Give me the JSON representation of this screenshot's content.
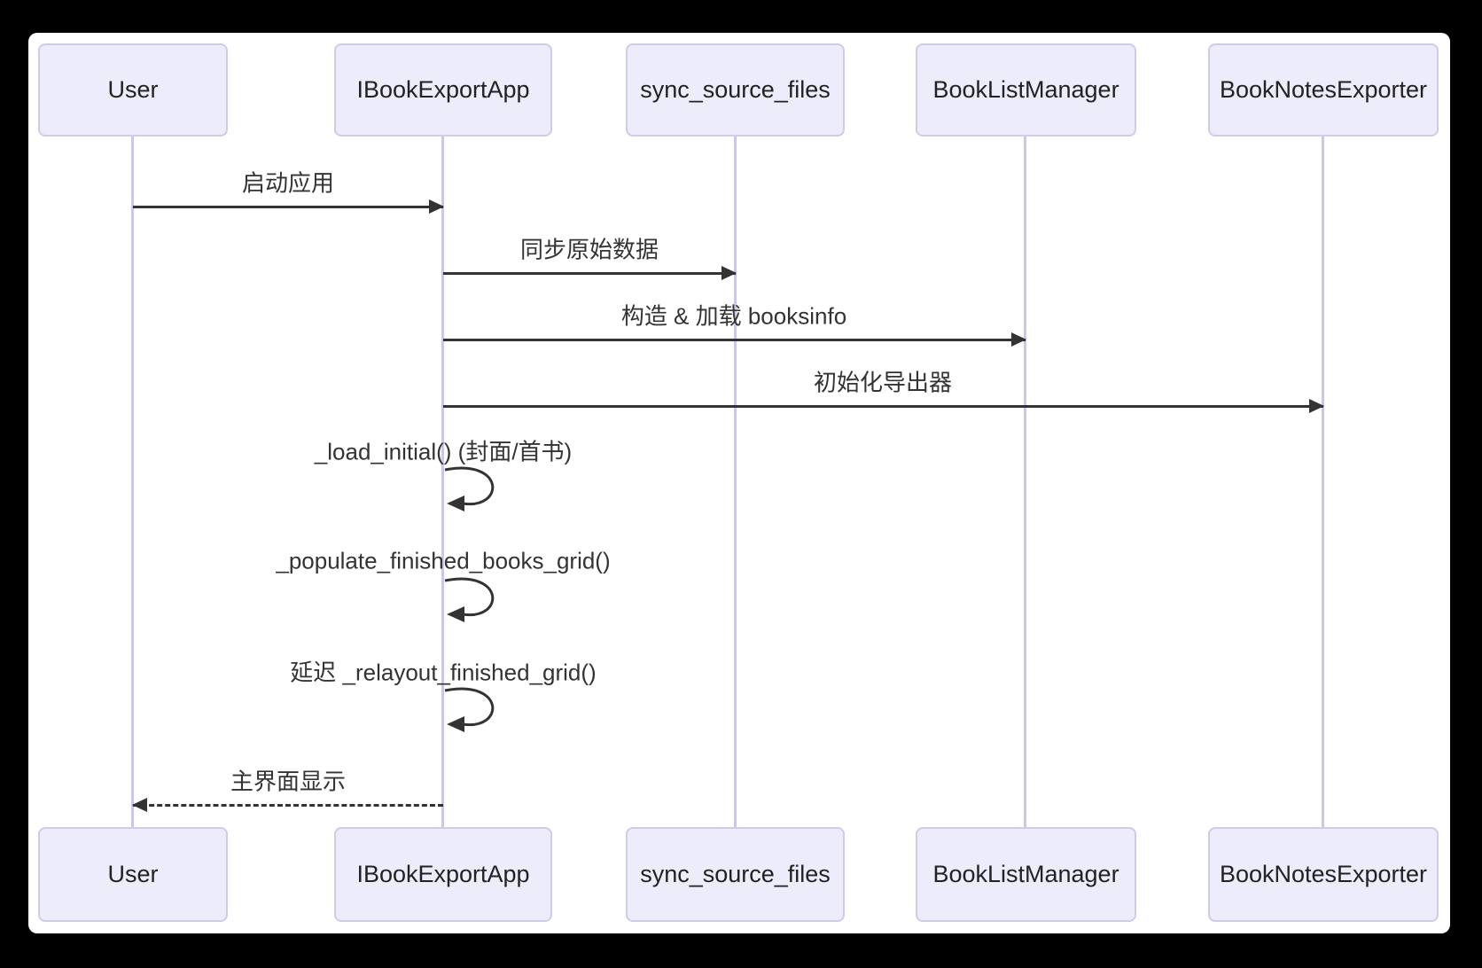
{
  "diagram": {
    "kind": "sequence-diagram",
    "actors": [
      {
        "id": "user",
        "label": "User"
      },
      {
        "id": "ibook-export-app",
        "label": "IBookExportApp"
      },
      {
        "id": "sync-source-files",
        "label": "sync_source_files"
      },
      {
        "id": "book-list-manager",
        "label": "BookListManager"
      },
      {
        "id": "book-notes-exporter",
        "label": "BookNotesExporter"
      }
    ],
    "messages": [
      {
        "from": "User",
        "to": "IBookExportApp",
        "label": "启动应用",
        "style": "solid-arrow"
      },
      {
        "from": "IBookExportApp",
        "to": "sync_source_files",
        "label": "同步原始数据",
        "style": "solid-arrow"
      },
      {
        "from": "IBookExportApp",
        "to": "BookListManager",
        "label": "构造 & 加载 booksinfo",
        "style": "solid-arrow"
      },
      {
        "from": "IBookExportApp",
        "to": "BookNotesExporter",
        "label": "初始化导出器",
        "style": "solid-arrow"
      },
      {
        "from": "IBookExportApp",
        "to": "IBookExportApp",
        "label": "_load_initial() (封面/首书)",
        "style": "self-loop"
      },
      {
        "from": "IBookExportApp",
        "to": "IBookExportApp",
        "label": "_populate_finished_books_grid()",
        "style": "self-loop"
      },
      {
        "from": "IBookExportApp",
        "to": "IBookExportApp",
        "label": "延迟 _relayout_finished_grid()",
        "style": "self-loop"
      },
      {
        "from": "IBookExportApp",
        "to": "User",
        "label": "主界面显示",
        "style": "dashed-arrow"
      }
    ],
    "colors": {
      "page_background": "#000000",
      "canvas": "#ffffff",
      "actor_fill": "#ececfa",
      "actor_border": "#cfcbe8",
      "lifeline": "#ccc6ec",
      "arrow": "#333333",
      "text": "#333333"
    }
  }
}
